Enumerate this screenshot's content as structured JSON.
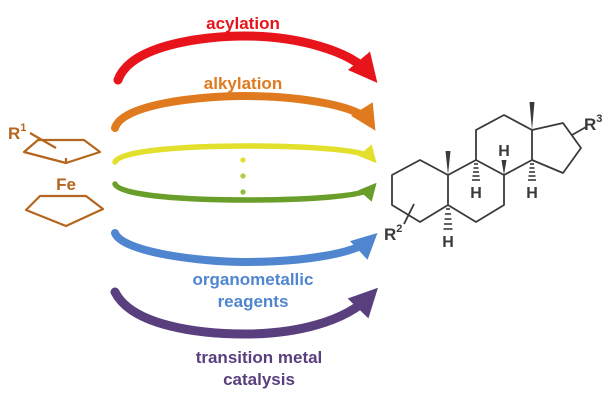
{
  "labels": {
    "acylation": "acylation",
    "alkylation": "alkylation",
    "organometallic_line1": "organometallic",
    "organometallic_line2": "reagents",
    "transition_line1": "transition metal",
    "transition_line2": "catalysis"
  },
  "ferrocene": {
    "metal": "Fe",
    "substituent": "R",
    "substituent_sup": "1"
  },
  "steroid": {
    "r2": "R",
    "r2_sup": "2",
    "r3": "R",
    "r3_sup": "3",
    "h": "H"
  },
  "colors": {
    "acylation": "#e8141c",
    "alkylation": "#e07a1e",
    "yellow": "#e2e02c",
    "green": "#6a9e2a",
    "organometallic": "#4f86cf",
    "transition": "#5a3f7f",
    "ferrocene": "#b5651d",
    "structure": "#3a3a3a"
  },
  "icons": {
    "dots": "vertical-ellipsis"
  }
}
